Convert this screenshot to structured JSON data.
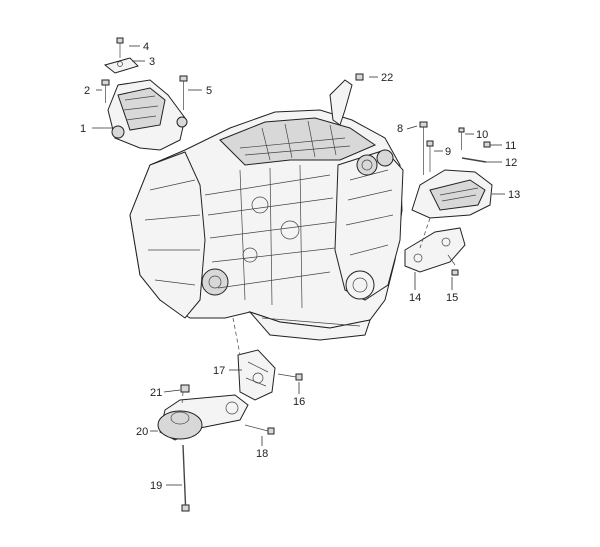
{
  "callouts": [
    {
      "number": "1"
    },
    {
      "number": "2"
    },
    {
      "number": "3"
    },
    {
      "number": "4"
    },
    {
      "number": "5"
    },
    {
      "number": "8"
    },
    {
      "number": "9"
    },
    {
      "number": "10"
    },
    {
      "number": "11"
    },
    {
      "number": "12"
    },
    {
      "number": "13"
    },
    {
      "number": "14"
    },
    {
      "number": "15"
    },
    {
      "number": "16"
    },
    {
      "number": "17"
    },
    {
      "number": "18"
    },
    {
      "number": "19"
    },
    {
      "number": "20"
    },
    {
      "number": "21"
    },
    {
      "number": "22"
    }
  ]
}
